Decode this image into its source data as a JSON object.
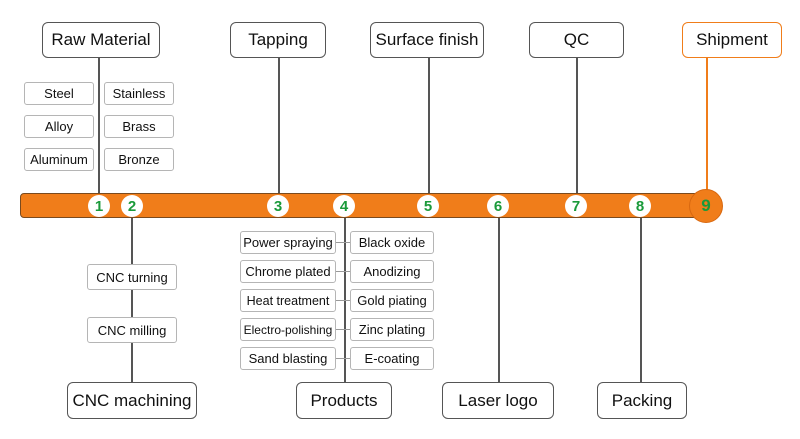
{
  "stages_top": [
    "Raw Material",
    "Tapping",
    "Surface finish",
    "QC",
    "Shipment"
  ],
  "stages_bottom": [
    "CNC machining",
    "Products",
    "Laser logo",
    "Packing"
  ],
  "materials": [
    "Steel",
    "Stainless",
    "Alloy",
    "Brass",
    "Aluminum",
    "Bronze"
  ],
  "cnc_steps": [
    "CNC turning",
    "CNC milling"
  ],
  "finishes": [
    "Power spraying",
    "Black oxide",
    "Chrome plated",
    "Anodizing",
    "Heat treatment",
    "Gold piating",
    "Electro-polishing",
    "Zinc plating",
    "Sand blasting",
    "E-coating"
  ],
  "steps": [
    "1",
    "2",
    "3",
    "4",
    "5",
    "6",
    "7",
    "8",
    "9"
  ],
  "colors": {
    "accent": "#f07d1a",
    "step_number": "#1a9a3a"
  }
}
